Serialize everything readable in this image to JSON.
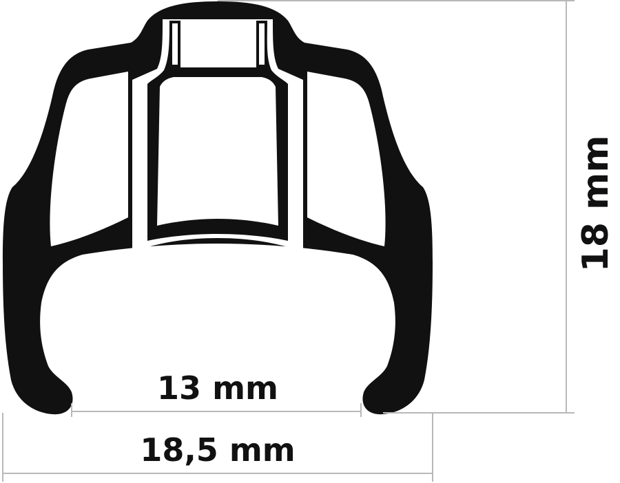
{
  "colors": {
    "rim": "#111111",
    "dimension_line": "#b8b8b8",
    "background": "#ffffff"
  },
  "dimensions": {
    "inner_width": "13 mm",
    "outer_width": "18,5 mm",
    "height": "18 mm"
  }
}
